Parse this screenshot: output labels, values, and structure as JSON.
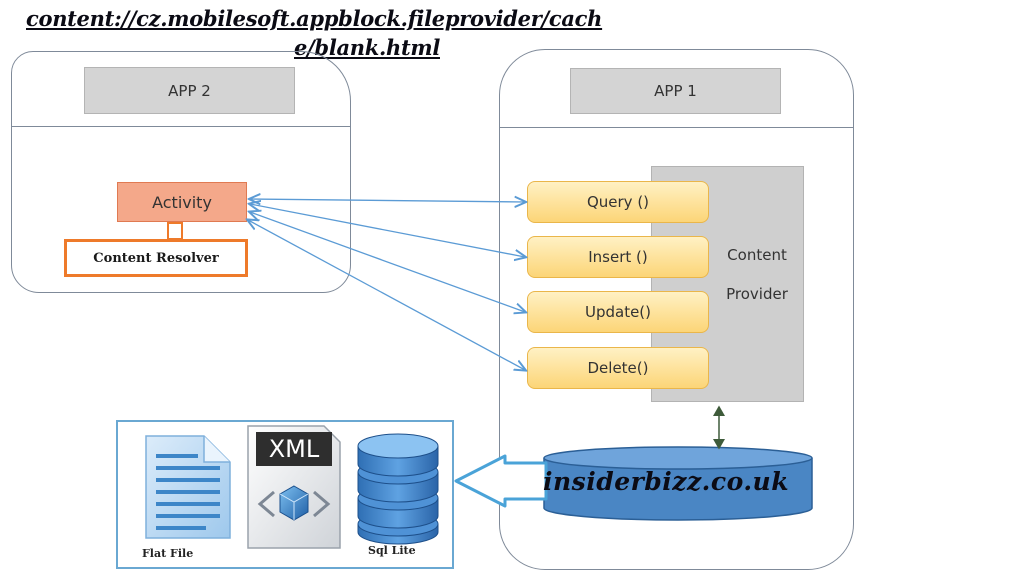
{
  "watermark_url": {
    "line1": "content://cz.mobilesoft.appblock.fileprovider/cach",
    "line2": "e/blank.html"
  },
  "app2": {
    "title": "APP 2",
    "activity_label": "Activity",
    "resolver_label": "Content Resolver"
  },
  "app1": {
    "title": "APP 1",
    "content_provider_label": [
      "Content",
      "Provider"
    ],
    "methods": [
      "Query ()",
      "Insert ()",
      "Update()",
      "Delete()"
    ]
  },
  "storage": {
    "xml_label": "XML",
    "flat_file_label": "Flat File",
    "sqlite_label": "Sql Lite"
  },
  "watermark_domain": "insiderbizz.co.uk",
  "colors": {
    "app_border": "#7f8a99",
    "header_fill": "#d4d4d4",
    "activity_fill": "#f4a88a",
    "resolver_border": "#ee7a2a",
    "method_fill": "#fcd577",
    "provider_fill": "#cfcfcf",
    "arrow": "#5b9bd5",
    "database": "#3f7fc0",
    "storage_border": "#6aa8d2"
  }
}
